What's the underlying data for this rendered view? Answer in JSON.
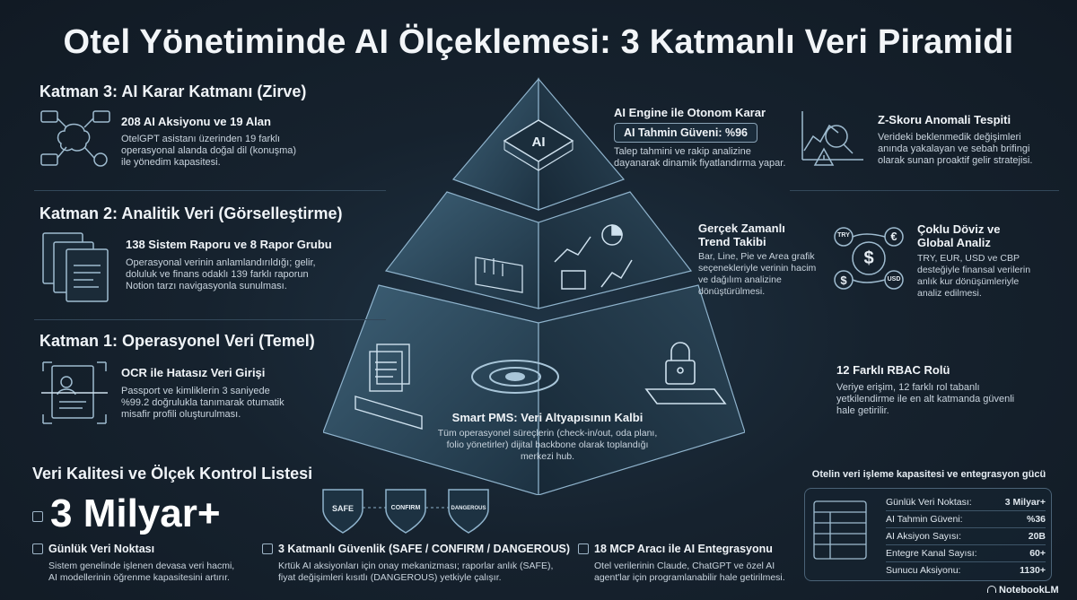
{
  "title": "Otel Yönetiminde AI Ölçeklemesi: 3 Katmanlı Veri Piramidi",
  "layer3": {
    "heading": "Katman 3: AI Karar Katmanı (Zirve)",
    "item_title": "208 AI Aksiyonu ve 19 Alan",
    "item_text": [
      "OtelGPT asistanı üzerinden 19 farklı",
      "operasyonal alanda doğal dil (konuşma)",
      "ile yönedim kapasitesi."
    ]
  },
  "layer2": {
    "heading": "Katman 2: Analitik Veri (Görselleştirme)",
    "item_title": "138 Sistem Raporu ve 8 Rapor Grubu",
    "item_text": [
      "Operasyonal verinin anlamlandırıldığı; gelir,",
      "doluluk ve finans odaklı 139 farklı raporun",
      "Notion tarzı navigasyonla sunulması."
    ]
  },
  "layer1": {
    "heading": "Katman 1: Operasyonel Veri (Temel)",
    "item_title": "OCR ile Hatasız Veri Girişi",
    "item_text": [
      "Passport ve kimliklerin 3 saniyede",
      "%99.2 doğrulukla tanımarak otumatik",
      "misafir profili oluşturulması."
    ]
  },
  "pyramid": {
    "chip_label": "AI",
    "base_title": "Smart PMS: Veri Altyapısının Kalbi",
    "base_text": [
      "Tüm operasyonel süreçlerin (check-in/out, oda planı,",
      "folio yönetirler) dijital backbone olarak toplandığı",
      "merkezi hub."
    ]
  },
  "right_top": {
    "engine_title": "AI Engine ile Otonom Karar",
    "engine_badge": "AI Tahmin Güveni: %96",
    "engine_text": [
      "Talep tahmini ve rakip analizine",
      "dayanarak dinamik fiyatlandırma yapar."
    ],
    "zscore_title": "Z-Skoru Anomali Tespiti",
    "zscore_text": [
      "Verideki beklenmedik değişimleri",
      "anında yakalayan ve sebah brifingi",
      "olarak sunan proaktif gelir stratejisi."
    ]
  },
  "right_mid": {
    "trend_title": [
      "Gerçek Zamanlı",
      "Trend Takibi"
    ],
    "trend_text": [
      "Bar, Line, Pie ve Area grafik",
      "seçenekleriyle verinin hacim",
      "ve dağılım analizine",
      "dönüştürülmesi."
    ],
    "currency_title": [
      "Çoklu Döviz ve",
      "Global Analiz"
    ],
    "currency_text": [
      "TRY, EUR, USD ve CBP",
      "desteğiyle finansal verilerin",
      "anlık kur dönüşümleriyle",
      "analiz edilmesi."
    ],
    "currency_labels": [
      "TRY",
      "€",
      "$",
      "USD"
    ]
  },
  "right_low": {
    "rbac_title": "12 Farklı RBAC Rolü",
    "rbac_text": [
      "Veriye erişim, 12 farklı rol tabanlı",
      "yetkilendirme ile en alt katmanda güvenli",
      "hale getirilir."
    ]
  },
  "checklist": {
    "heading": "Veri Kalitesi ve Ölçek Kontrol Listesi",
    "big_number": "3 Milyar+",
    "items": [
      {
        "title": "Günlük Veri Noktası",
        "text": [
          "Sistem genelinde işlenen devasa veri hacmi,",
          "AI modellerinin öğrenme kapasitesini artırır."
        ]
      },
      {
        "title": "3 Katmanlı Güvenlik (SAFE / CONFIRM / DANGEROUS)",
        "text": [
          "Krtük AI aksiyonları için onay mekanizması; raporlar anlık (SAFE),",
          "fiyat değişimleri kısıtlı (DANGEROUS) yetkiyle çalışır."
        ]
      },
      {
        "title": "18 MCP Aracı ile AI Entegrasyonu",
        "text": [
          "Otel verilerinin Claude, ChatGPT ve özel AI",
          "agent'lar için programlanabilir hale getirilmesi."
        ]
      }
    ],
    "shields": [
      "SAFE",
      "CONFIRM",
      "DANGEROUS"
    ]
  },
  "capacity": {
    "heading": "Otelin veri işleme kapasitesi ve entegrasyon gücü",
    "rows": [
      {
        "label": "Günlük Veri Noktası:",
        "value": "3 Milyar+"
      },
      {
        "label": "AI Tahmin Güveni:",
        "value": "%36"
      },
      {
        "label": "AI Aksiyon Sayısı:",
        "value": "20B"
      },
      {
        "label": "Entegre Kanal Sayısı:",
        "value": "60+"
      },
      {
        "label": "Sunucu Aksiyonu:",
        "value": "1130+"
      }
    ]
  },
  "brand": "NotebookLM",
  "colors": {
    "background": "#16222e",
    "accent": "#8fb3cc",
    "text": "#e6edf3"
  }
}
